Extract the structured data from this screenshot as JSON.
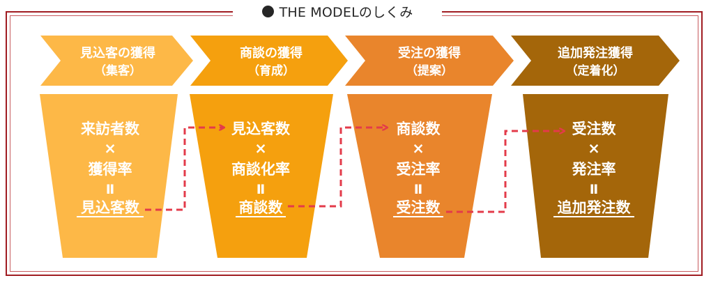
{
  "title": "THE MODELのしくみ",
  "stages": [
    {
      "name": "見込客の獲得",
      "sub": "（集客）",
      "color": "#fdb847",
      "lines": [
        "来訪者数",
        "×",
        "獲得率",
        "Ⅱ"
      ],
      "result": "見込客数"
    },
    {
      "name": "商談の獲得",
      "sub": "（育成）",
      "color": "#f5a00e",
      "lines": [
        "見込客数",
        "×",
        "商談化率",
        "Ⅱ"
      ],
      "result": "商談数"
    },
    {
      "name": "受注の獲得",
      "sub": "（提案）",
      "color": "#e9852c",
      "lines": [
        "商談数",
        "×",
        "受注率",
        "Ⅱ"
      ],
      "result": "受注数"
    },
    {
      "name": "追加発注獲得",
      "sub": "（定着化）",
      "color": "#a4660a",
      "lines": [
        "受注数",
        "×",
        "発注率",
        "Ⅱ"
      ],
      "result": "追加発注数"
    }
  ],
  "colors": {
    "border": "#a01c22",
    "arrow": "#e33b4a",
    "text": "#ffffff"
  }
}
